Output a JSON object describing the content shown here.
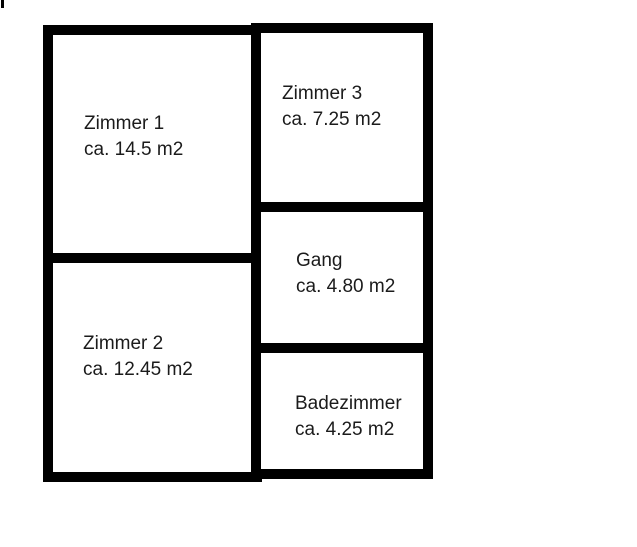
{
  "page": {
    "background_color": "#ffffff",
    "wall_color": "#000000",
    "text_color": "#1b1b1b"
  },
  "floorplan": {
    "rooms": [
      {
        "id": "zimmer1",
        "name": "Zimmer 1",
        "area": "ca. 14.5 m2"
      },
      {
        "id": "zimmer2",
        "name": "Zimmer 2",
        "area": "ca. 12.45 m2"
      },
      {
        "id": "zimmer3",
        "name": "Zimmer 3",
        "area": "ca. 7.25 m2"
      },
      {
        "id": "gang",
        "name": "Gang",
        "area": "ca. 4.80 m2"
      },
      {
        "id": "badezimmer",
        "name": "Badezimmer",
        "area": "ca. 4.25 m2"
      }
    ]
  }
}
